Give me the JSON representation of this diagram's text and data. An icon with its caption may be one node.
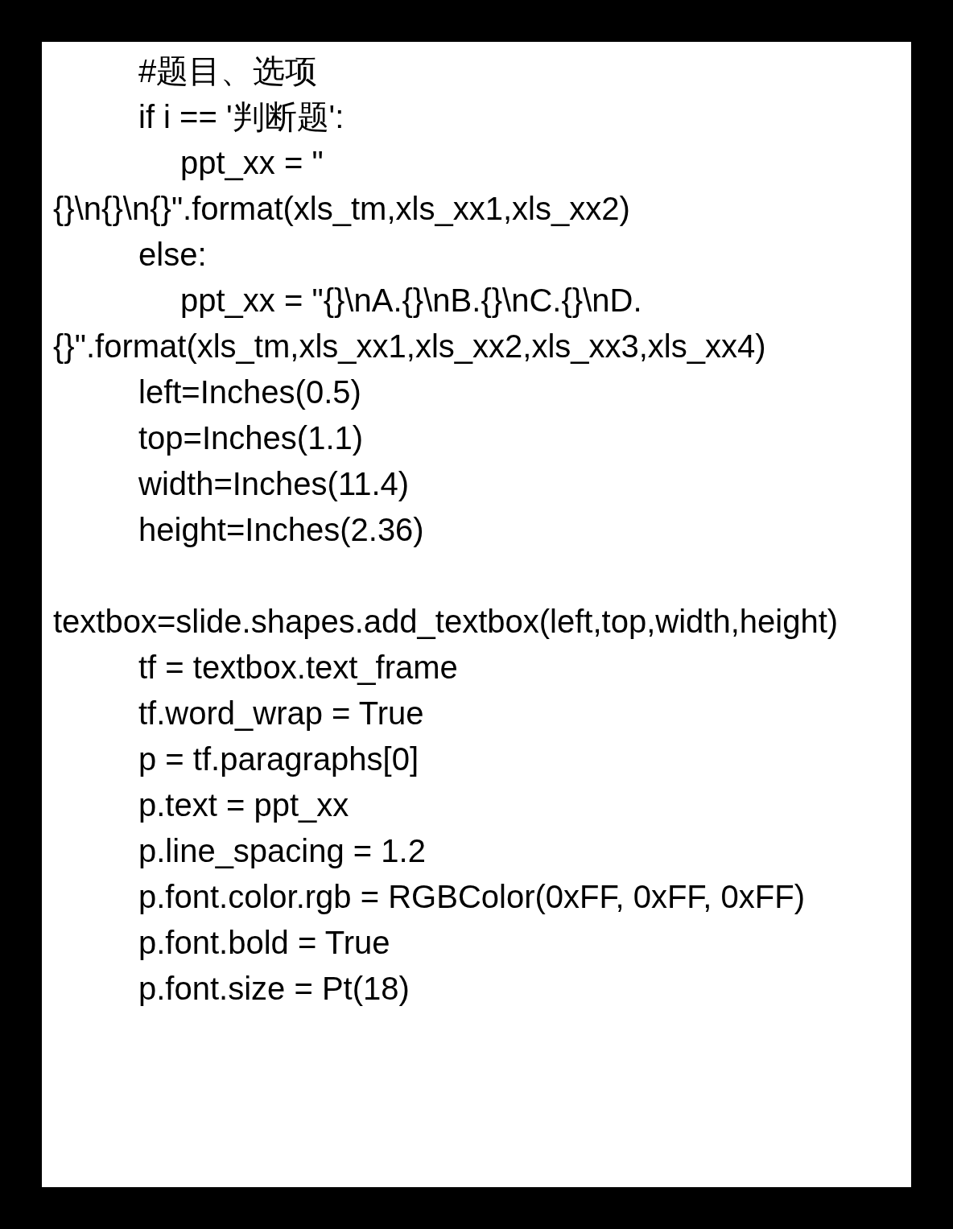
{
  "diagram": {
    "labels": [
      "#题目、选项",
      "if i == '判断题':",
      "ppt_xx = \"{}\\n{}\\n{}\".format(xls_tm,xls_xx1,xls_xx2)",
      "else:",
      "ppt_xx = \"{}\\nA.{}\\nB.{}\\nC.{}\\nD.{}\".format(xls_tm,xls_xx1,xls_xx2,xls_xx3,xls_xx4)",
      "left=Inches(0.5)",
      "top=Inches(1.1)",
      "width=Inches(11.4)",
      "height=Inches(2.36)",
      "textbox=slide.shapes.add_textbox(left,top,width,height)",
      "tf = textbox.text_frame",
      "tf.word_wrap = True",
      "p = tf.paragraphs[0]",
      "p.text = ppt_xx",
      "p.line_spacing = 1.2",
      "p.font.color.rgb = RGBColor(0xFF, 0xFF, 0xFF)",
      "p.font.bold = True",
      "p.font.size = Pt(18)"
    ]
  }
}
